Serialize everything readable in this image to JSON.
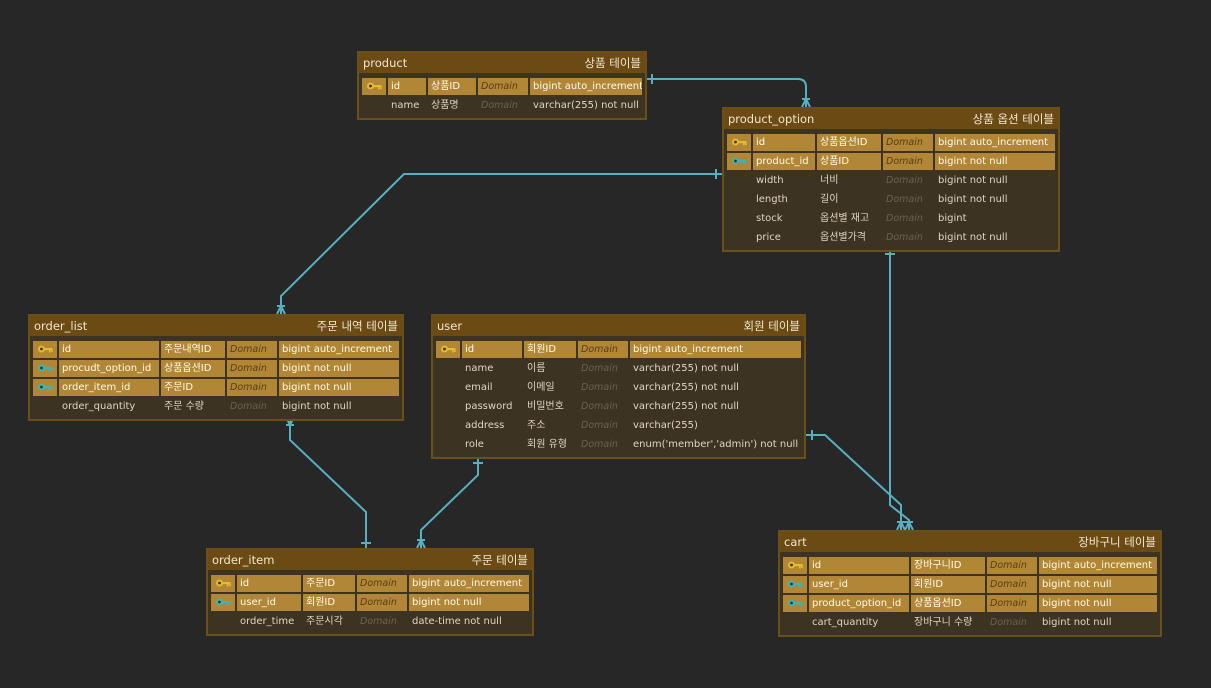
{
  "colors": {
    "background": "#272727",
    "table_header": "#6b4a14",
    "table_border": "#6b4f18",
    "key_row": "#b18636",
    "relationship_line": "#56b0c0",
    "primary_key_icon": "#e2bb2e",
    "foreign_key_icon": "#3fb4b4"
  },
  "tables": {
    "product": {
      "name": "product",
      "comment": "상품 테이블",
      "columns": [
        {
          "key": "pk",
          "name": "id",
          "label": "상품ID",
          "domain": "Domain",
          "type": "bigint auto_increment"
        },
        {
          "key": "",
          "name": "name",
          "label": "상품명",
          "domain": "Domain",
          "type": "varchar(255) not null"
        }
      ]
    },
    "product_option": {
      "name": "product_option",
      "comment": "상품 옵션 테이블",
      "columns": [
        {
          "key": "pk",
          "name": "id",
          "label": "상품옵션ID",
          "domain": "Domain",
          "type": "bigint auto_increment"
        },
        {
          "key": "fk",
          "name": "product_id",
          "label": "상품ID",
          "domain": "Domain",
          "type": "bigint not null"
        },
        {
          "key": "",
          "name": "width",
          "label": "너비",
          "domain": "Domain",
          "type": "bigint not null"
        },
        {
          "key": "",
          "name": "length",
          "label": "길이",
          "domain": "Domain",
          "type": "bigint not null"
        },
        {
          "key": "",
          "name": "stock",
          "label": "옵션별 재고",
          "domain": "Domain",
          "type": "bigint"
        },
        {
          "key": "",
          "name": "price",
          "label": "옵션별가격",
          "domain": "Domain",
          "type": "bigint not null"
        }
      ]
    },
    "order_list": {
      "name": "order_list",
      "comment": "주문 내역 테이블",
      "columns": [
        {
          "key": "pk",
          "name": "id",
          "label": "주문내역ID",
          "domain": "Domain",
          "type": "bigint auto_increment"
        },
        {
          "key": "fk",
          "name": "procudt_option_id",
          "label": "상품옵션ID",
          "domain": "Domain",
          "type": "bigint not null"
        },
        {
          "key": "fk",
          "name": "order_item_id",
          "label": "주문ID",
          "domain": "Domain",
          "type": "bigint not null"
        },
        {
          "key": "",
          "name": "order_quantity",
          "label": "주문 수량",
          "domain": "Domain",
          "type": "bigint not null"
        }
      ]
    },
    "user": {
      "name": "user",
      "comment": "회원 테이블",
      "columns": [
        {
          "key": "pk",
          "name": "id",
          "label": "회원ID",
          "domain": "Domain",
          "type": "bigint auto_increment"
        },
        {
          "key": "",
          "name": "name",
          "label": "이름",
          "domain": "Domain",
          "type": "varchar(255) not null"
        },
        {
          "key": "",
          "name": "email",
          "label": "이메일",
          "domain": "Domain",
          "type": "varchar(255) not null"
        },
        {
          "key": "",
          "name": "password",
          "label": "비밀번호",
          "domain": "Domain",
          "type": "varchar(255) not null"
        },
        {
          "key": "",
          "name": "address",
          "label": "주소",
          "domain": "Domain",
          "type": "varchar(255)"
        },
        {
          "key": "",
          "name": "role",
          "label": "회원 유형",
          "domain": "Domain",
          "type": "enum('member','admin') not null"
        }
      ]
    },
    "order_item": {
      "name": "order_item",
      "comment": "주문 테이블",
      "columns": [
        {
          "key": "pk",
          "name": "id",
          "label": "주문ID",
          "domain": "Domain",
          "type": "bigint auto_increment"
        },
        {
          "key": "fk",
          "name": "user_id",
          "label": "회원ID",
          "domain": "Domain",
          "type": "bigint not null"
        },
        {
          "key": "",
          "name": "order_time",
          "label": "주문시각",
          "domain": "Domain",
          "type": "date-time not null"
        }
      ]
    },
    "cart": {
      "name": "cart",
      "comment": "장바구니 테이블",
      "columns": [
        {
          "key": "pk",
          "name": "id",
          "label": "장바구니ID",
          "domain": "Domain",
          "type": "bigint auto_increment"
        },
        {
          "key": "fk",
          "name": "user_id",
          "label": "회원ID",
          "domain": "Domain",
          "type": "bigint not null"
        },
        {
          "key": "fk",
          "name": "product_option_id",
          "label": "상품옵션ID",
          "domain": "Domain",
          "type": "bigint not null"
        },
        {
          "key": "",
          "name": "cart_quantity",
          "label": "장바구니 수량",
          "domain": "Domain",
          "type": "bigint not null"
        }
      ]
    }
  },
  "relationships": [
    {
      "from": "product",
      "to": "product_option",
      "cardinality": "one-to-many"
    },
    {
      "from": "product_option",
      "to": "order_list",
      "cardinality": "one-to-many"
    },
    {
      "from": "product_option",
      "to": "cart",
      "cardinality": "one-to-many"
    },
    {
      "from": "order_list",
      "to": "order_item",
      "cardinality": "many-to-one"
    },
    {
      "from": "user",
      "to": "order_item",
      "cardinality": "one-to-many"
    },
    {
      "from": "user",
      "to": "cart",
      "cardinality": "one-to-many"
    }
  ]
}
